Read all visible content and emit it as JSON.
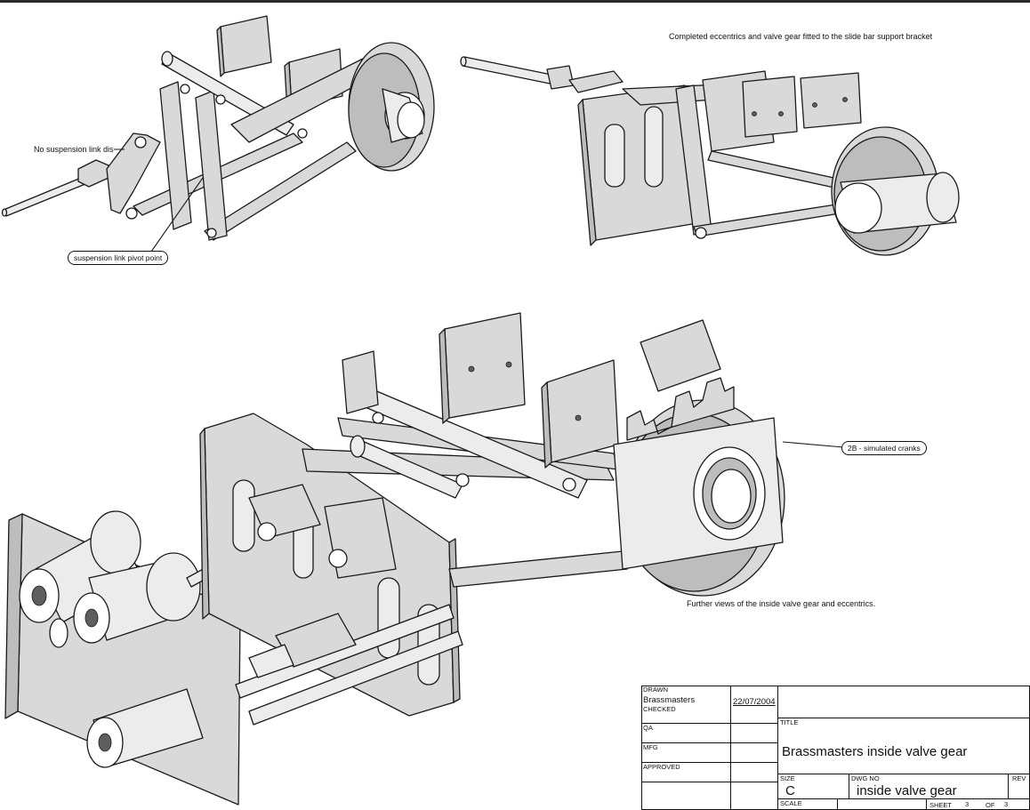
{
  "captions": {
    "top_right": "Completed eccentrics and valve gear fitted to the slide bar support bracket",
    "no_suspension": "No suspension link dis",
    "suspension_pivot": "suspension link pivot point",
    "simulated_cranks": "2B - simulated cranks",
    "further_views": "Further views of the inside valve gear and eccentrics."
  },
  "title_block": {
    "drawn_label": "DRAWN",
    "drawn_by": "Brassmasters",
    "drawn_date": "22/07/2004",
    "checked_label": "CHECKED",
    "qa_label": "QA",
    "mfg_label": "MFG",
    "approved_label": "APPROVED",
    "title_label": "TITLE",
    "title": "Brassmasters inside valve gear",
    "size_label": "SIZE",
    "size": "C",
    "dwg_label": "DWG NO",
    "dwg_no": "inside valve gear",
    "rev_label": "REV",
    "scale_label": "SCALE",
    "sheet_label": "SHEET",
    "sheet_no": "3",
    "of_label": "OF",
    "sheet_total": "3"
  }
}
